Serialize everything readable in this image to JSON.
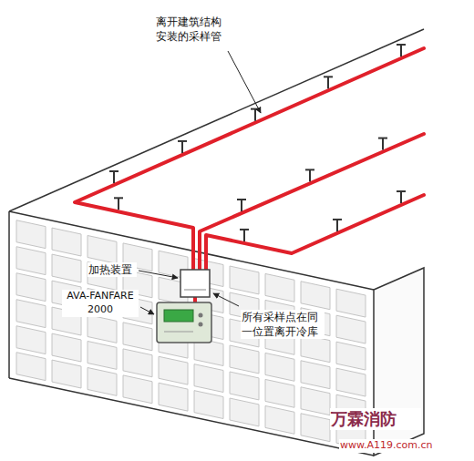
{
  "diagram": {
    "labels": [
      "离开建筑结构 安装的采样管",
      "加热装置",
      "AVA-FANFARE 2000",
      "所有采样点在同 一位置离开冷库",
      "万霖消防",
      "www.A119.com.cn"
    ]
  }
}
